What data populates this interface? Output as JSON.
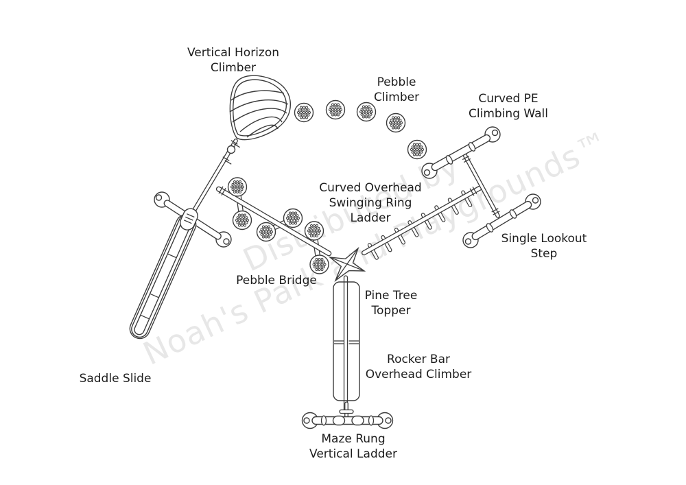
{
  "diagram": {
    "type": "playground-equipment-top-view",
    "background_color": "#ffffff",
    "line_color": "#3c3c3c",
    "label_color": "#1d1d1d",
    "watermark_color": "#e7e7e7"
  },
  "labels": {
    "vertical_horizon_climber": {
      "l1": "Vertical Horizon",
      "l2": "Climber"
    },
    "pebble_climber": {
      "l1": "Pebble",
      "l2": "Climber"
    },
    "curved_pe_climbing_wall": {
      "l1": "Curved PE",
      "l2": "Climbing Wall"
    },
    "curved_overhead_swinging_ring_ladder": {
      "l1": "Curved Overhead",
      "l2": "Swinging Ring",
      "l3": "Ladder"
    },
    "single_lookout_step": {
      "l1": "Single Lookout",
      "l2": "Step"
    },
    "pebble_bridge": {
      "l1": "Pebble Bridge"
    },
    "pine_tree_topper": {
      "l1": "Pine Tree",
      "l2": "Topper"
    },
    "saddle_slide": {
      "l1": "Saddle Slide"
    },
    "rocker_bar_overhead_climber": {
      "l1": "Rocker Bar",
      "l2": "Overhead Climber"
    },
    "maze_rung_vertical_ladder": {
      "l1": "Maze Rung",
      "l2": "Vertical Ladder"
    }
  },
  "watermark": {
    "line1": "Distributed by",
    "line2": "Noah's Park and Playgrounds™"
  }
}
